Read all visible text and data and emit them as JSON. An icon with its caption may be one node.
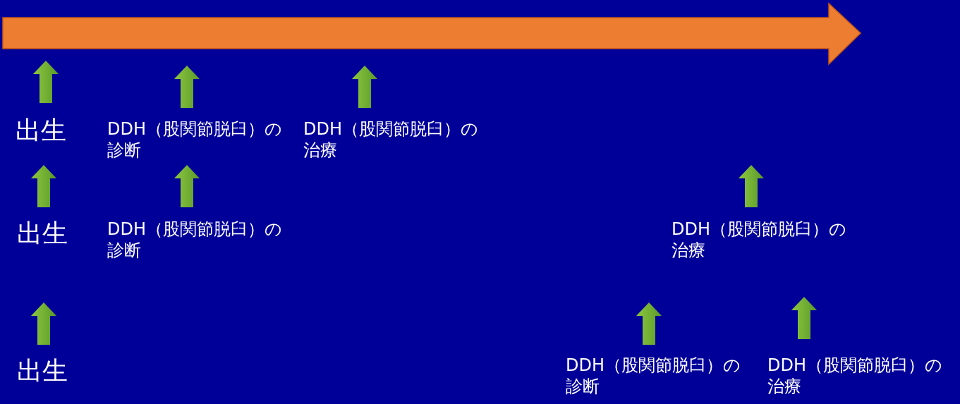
{
  "diagram": {
    "labels": [
      "出生",
      "DDH（股関節脱臼）の診断",
      "DDH（股関節脱臼）の治療",
      "出生",
      "DDH（股関節脱臼）の診断",
      "DDH（股関節脱臼）の治療",
      "出生",
      "DDH（股関節脱臼）の診断",
      "DDH（股関節脱臼）の治療"
    ]
  }
}
